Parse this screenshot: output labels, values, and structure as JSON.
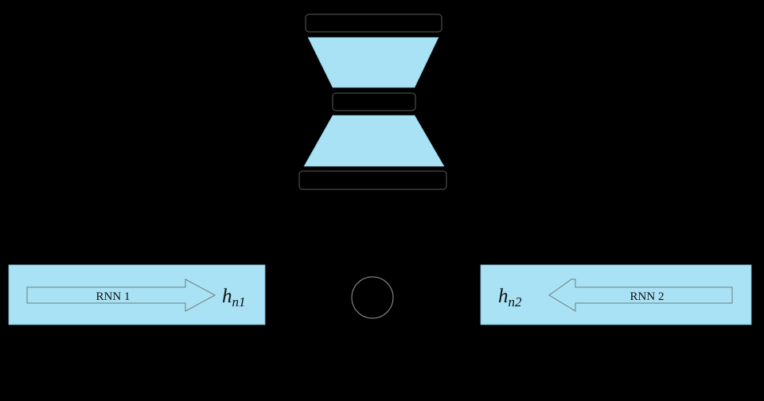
{
  "colors": {
    "background": "#000000",
    "fill": "#a8e2f4",
    "stroke_gray": "#666666",
    "bar_stroke": "#5a5a5a",
    "circle_stroke": "#9a9a9a"
  },
  "autoencoder": {
    "top_bar": "",
    "middle_bar": "",
    "bottom_bar": ""
  },
  "left_block": {
    "arrow_label": "RNN 1",
    "output_symbol": "h",
    "output_subscript": "n1"
  },
  "right_block": {
    "arrow_label": "RNN 2",
    "output_symbol": "h",
    "output_subscript": "n2"
  },
  "combine_node": {
    "label": ""
  }
}
